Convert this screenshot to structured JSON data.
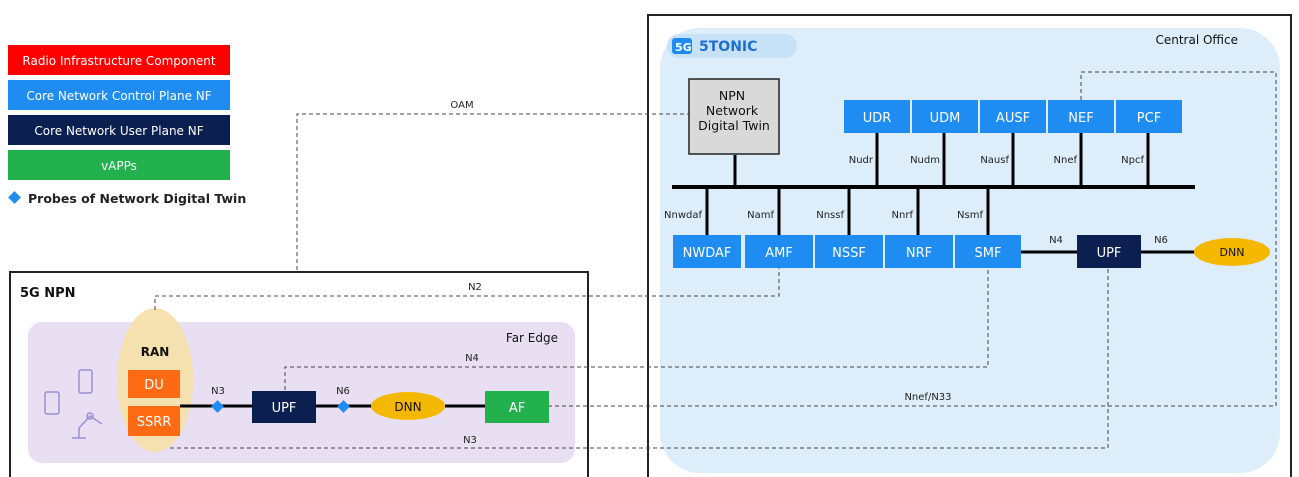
{
  "legend": {
    "radio": {
      "label": "Radio Infrastructure Component",
      "color": "#ff0000"
    },
    "control": {
      "label": "Core Network Control Plane NF",
      "color": "#1e8cf0"
    },
    "user": {
      "label": "Core Network User Plane NF",
      "color": "#0b2050"
    },
    "vapps": {
      "label": "vAPPs",
      "color": "#22b14c"
    },
    "probes": {
      "label": "Probes of Network Digital Twin",
      "color": "#1e8cf0"
    }
  },
  "central_office": {
    "logo": "5TONIC",
    "label": "Central Office",
    "npn_twin": "NPN\nNetwork\nDigital Twin",
    "control_nfs_top": [
      "UDR",
      "UDM",
      "AUSF",
      "NEF",
      "PCF"
    ],
    "control_nfs_bottom": [
      "NWDAF",
      "AMF",
      "NSSF",
      "NRF",
      "SMF"
    ],
    "interfaces_top": [
      "Nudr",
      "Nudm",
      "Nausf",
      "Nnef",
      "Npcf"
    ],
    "interfaces_bottom": [
      "Nnwdaf",
      "Namf",
      "Nnssf",
      "Nnrf",
      "Nsmf"
    ],
    "upf": "UPF",
    "dnn": "DNN",
    "n4": "N4",
    "n6": "N6"
  },
  "npn": {
    "title": "5G NPN",
    "far_edge": "Far Edge",
    "ran": "RAN",
    "du": "DU",
    "ssrr": "SSRR",
    "upf": "UPF",
    "dnn": "DNN",
    "af": "AF",
    "n3": "N3",
    "n6": "N6"
  },
  "links": {
    "oam": "OAM",
    "n2": "N2",
    "n4": "N4",
    "n3": "N3",
    "nnef_n33": "Nnef/N33"
  },
  "colors": {
    "control": "#1e8cf0",
    "user": "#0b2050",
    "radio": "#ff6a13",
    "vapps": "#22b14c",
    "dnn": "#f5b800",
    "central_bg": "#ddeefa",
    "far_edge_bg": "#e8dff2",
    "ran_ellipse": "#f6e0a8",
    "twin_box": "#d9d9d9",
    "probe": "#1e8cf0"
  }
}
